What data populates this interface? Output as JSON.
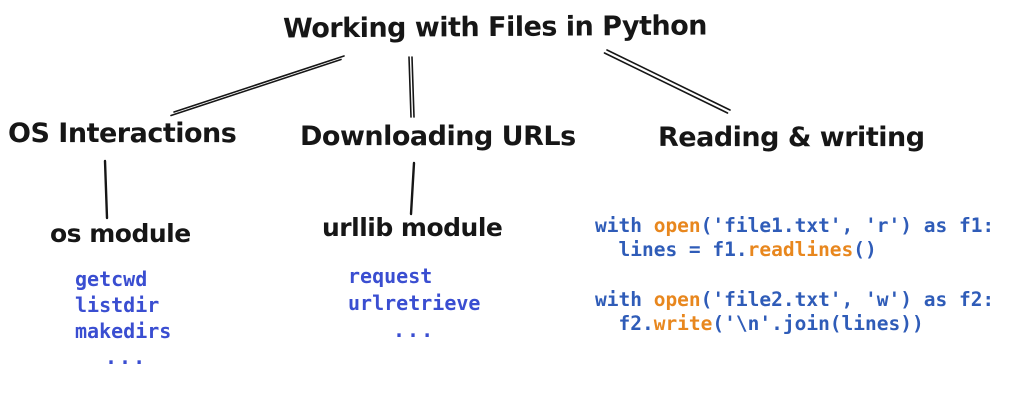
{
  "title": "Working with Files in Python",
  "colors": {
    "ink": "#161616",
    "list_blue": "#3a4ed1",
    "code_blue": "#2f5cb8",
    "code_orange": "#e8871e"
  },
  "branches": {
    "os": {
      "label": "OS Interactions",
      "module": "os module",
      "items": [
        "getcwd",
        "listdir",
        "makedirs",
        "..."
      ]
    },
    "urls": {
      "label": "Downloading URLs",
      "module": "urllib module",
      "items": [
        "request",
        "urlretrieve",
        "..."
      ]
    },
    "rw": {
      "label": "Reading & writing",
      "code_blocks": [
        {
          "lines": [
            [
              {
                "t": "with ",
                "c": "blue"
              },
              {
                "t": "open",
                "c": "orange"
              },
              {
                "t": "('file1.txt', 'r') as f1:",
                "c": "blue"
              }
            ],
            [
              {
                "t": "  lines = f1.",
                "c": "blue"
              },
              {
                "t": "readlines",
                "c": "orange"
              },
              {
                "t": "()",
                "c": "blue"
              }
            ]
          ]
        },
        {
          "lines": [
            [
              {
                "t": "with ",
                "c": "blue"
              },
              {
                "t": "open",
                "c": "orange"
              },
              {
                "t": "('file2.txt', 'w') as f2:",
                "c": "blue"
              }
            ],
            [
              {
                "t": "  f2.",
                "c": "blue"
              },
              {
                "t": "write",
                "c": "orange"
              },
              {
                "t": "('\\n'.join(lines))",
                "c": "blue"
              }
            ]
          ]
        }
      ]
    }
  }
}
